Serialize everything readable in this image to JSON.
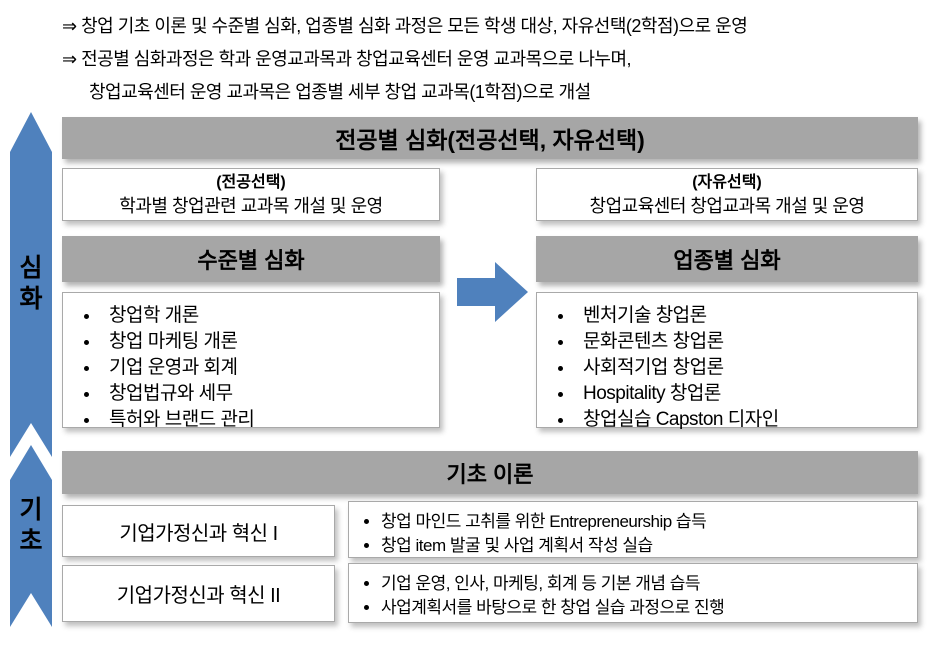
{
  "notes": {
    "line1": "⇒ 창업 기초 이론 및 수준별 심화, 업종별 심화 과정은 모든 학생 대상, 자유선택(2학점)으로 운영",
    "line2": "⇒ 전공별 심화과정은 학과 운영교과목과 창업교육센터 운영 교과목으로 나누며,",
    "line3": "창업교육센터 운영 교과목은 업종별 세부 창업 교과목(1학점)으로 개설"
  },
  "rail": {
    "advanced_label": "심화",
    "basic_label": "기초"
  },
  "main": {
    "major_header": "전공별 심화(전공선택, 자유선택)",
    "major_left": {
      "title": "(전공선택)",
      "desc": "학과별 창업관련 교과목 개설 및 운영"
    },
    "major_right": {
      "title": "(자유선택)",
      "desc": "창업교육센터 창업교과목 개설 및 운영"
    },
    "level_header": "수준별 심화",
    "industry_header": "업종별 심화",
    "level_items": [
      "창업학 개론",
      "창업 마케팅 개론",
      "기업 운영과 회계",
      "창업법규와 세무",
      "특허와 브랜드 관리"
    ],
    "industry_items": [
      "벤처기술 창업론",
      "문화콘텐츠 창업론",
      "사회적기업 창업론",
      "Hospitality 창업론",
      "창업실습 Capston 디자인"
    ],
    "basic_header": "기초 이론",
    "basic_rows": [
      {
        "course": "기업가정신과 혁신 I",
        "points": [
          "창업 마인드 고취를 위한 Entrepreneurship 습득",
          "창업 item 발굴 및 사업 계획서 작성 실습"
        ]
      },
      {
        "course": "기업가정신과 혁신 II",
        "points": [
          "기업 운영, 인사, 마케팅, 회계 등 기본 개념 습득",
          "사업계획서를 바탕으로 한 창업 실습 과정으로 진행"
        ]
      }
    ]
  },
  "colors": {
    "arrow_blue": "#4f81bd",
    "header_gray": "#a6a6a6",
    "box_border": "#a9a9a9"
  }
}
